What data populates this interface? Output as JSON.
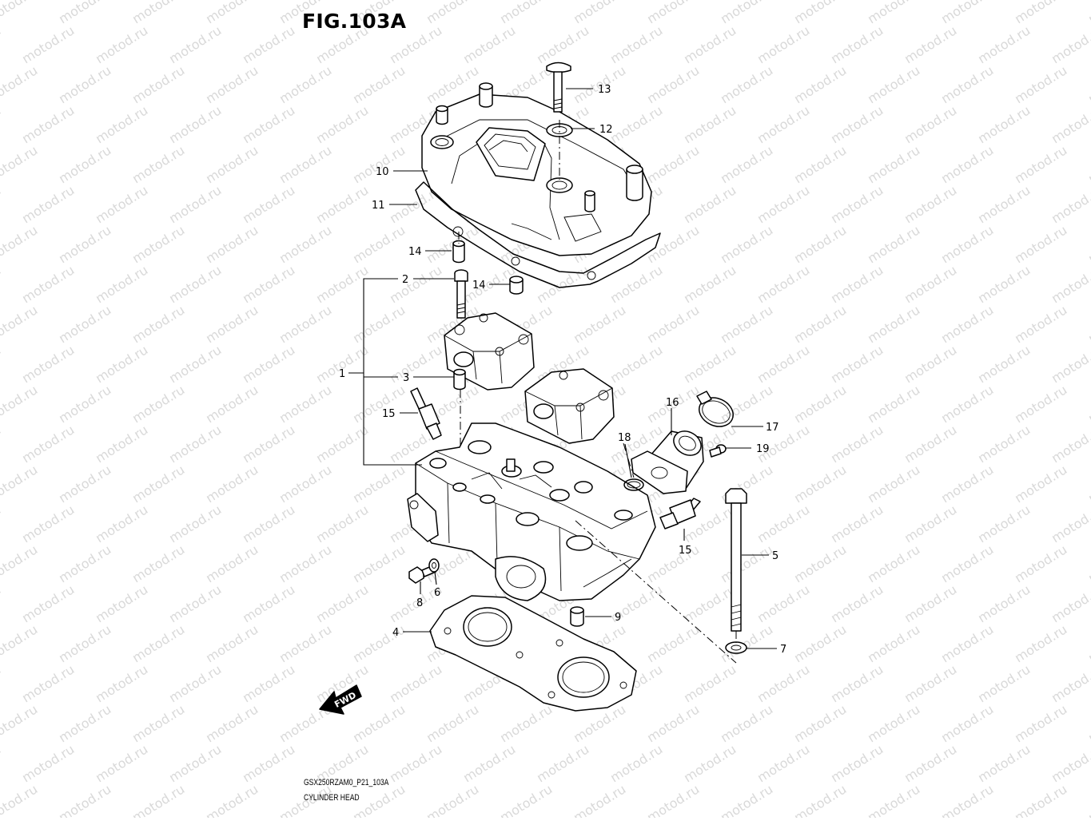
{
  "figure": {
    "title": "FIG.103A",
    "model_code": "GSX250RZAM0_P21_103A",
    "section_name": "CYLINDER HEAD",
    "fwd_label": "FWD",
    "watermark": "motod.ru"
  },
  "callouts": [
    {
      "id": "c13",
      "label": "13"
    },
    {
      "id": "c12",
      "label": "12"
    },
    {
      "id": "c10",
      "label": "10"
    },
    {
      "id": "c11",
      "label": "11"
    },
    {
      "id": "c14a",
      "label": "14"
    },
    {
      "id": "c2",
      "label": "2"
    },
    {
      "id": "c14b",
      "label": "14"
    },
    {
      "id": "c1",
      "label": "1"
    },
    {
      "id": "c3",
      "label": "3"
    },
    {
      "id": "c15a",
      "label": "15"
    },
    {
      "id": "c16",
      "label": "16"
    },
    {
      "id": "c17",
      "label": "17"
    },
    {
      "id": "c18",
      "label": "18"
    },
    {
      "id": "c19",
      "label": "19"
    },
    {
      "id": "c15b",
      "label": "15"
    },
    {
      "id": "c5",
      "label": "5"
    },
    {
      "id": "c8",
      "label": "8"
    },
    {
      "id": "c6",
      "label": "6"
    },
    {
      "id": "c9",
      "label": "9"
    },
    {
      "id": "c4",
      "label": "4"
    },
    {
      "id": "c7",
      "label": "7"
    }
  ]
}
